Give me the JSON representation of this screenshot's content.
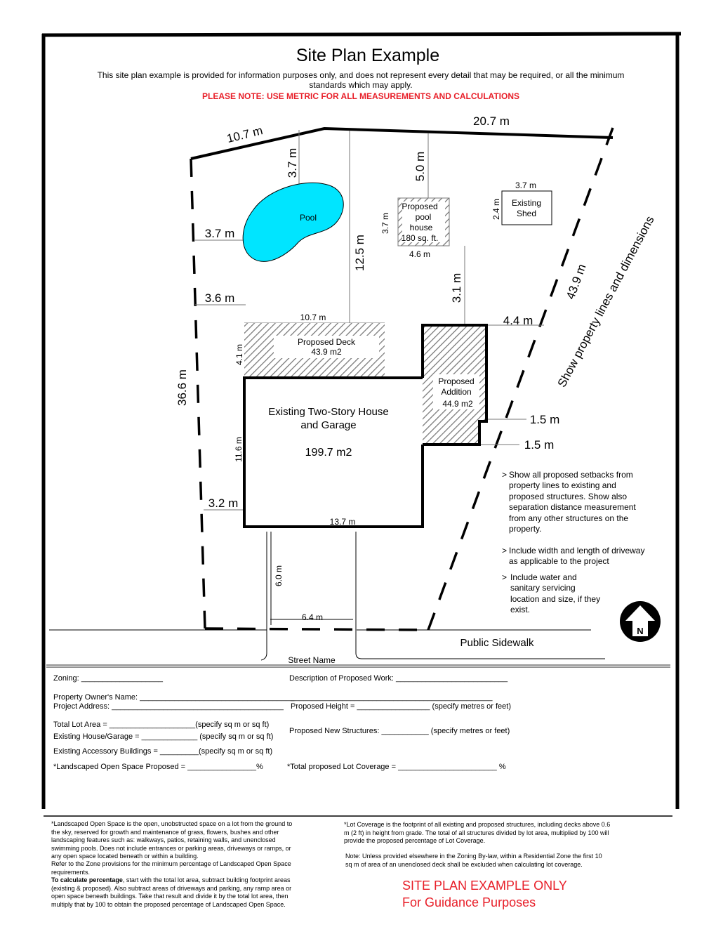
{
  "header": {
    "title": "Site Plan Example",
    "subtitle_1": "This site plan example is provided for information purposes only, and does not represent every detail that may be required, or all the minimum",
    "subtitle_2": "standards which may apply.",
    "notice": "PLEASE NOTE:  USE METRIC FOR ALL MEASUREMENTS AND CALCULATIONS"
  },
  "plan": {
    "dims": {
      "top_left": "10.7 m",
      "top_right": "20.7 m",
      "pool_top": "3.7 m",
      "poolhouse_top": "5.0 m",
      "pool_left": "3.7 m",
      "deck_rear": "12.5 m",
      "deck_left": "3.6 m",
      "right_side": "43.9 m",
      "left_side": "36.6 m",
      "shed_w": "3.7 m",
      "shed_h": "2.4 m",
      "poolhouse_h": "3.7 m",
      "poolhouse_w": "4.6 m",
      "addition_rear": "3.1 m",
      "addition_right": "4.4 m",
      "deck_w": "10.7 m",
      "deck_h": "4.1 m",
      "house_h": "11.6 m",
      "house_left": "3.2 m",
      "house_w": "13.7 m",
      "setback_1": "1.5 m",
      "setback_2": "1.5 m",
      "front_setback": "6.0 m",
      "driveway_w": "6.4 m"
    },
    "pool": "Pool",
    "pool_house": [
      "Proposed",
      "pool",
      "house",
      "180 sq. ft."
    ],
    "shed": [
      "Existing",
      "Shed"
    ],
    "deck": [
      "Proposed Deck",
      "43.9 m2"
    ],
    "addition": [
      "Proposed",
      "Addition",
      "44.9 m2"
    ],
    "house": [
      "Existing Two-Story House",
      "and Garage",
      "199.7 m2"
    ],
    "property_note": "Show property lines and dimensions",
    "sidewalk": "Public Sidewalk",
    "street": "Street Name",
    "north": "N",
    "notes": [
      [
        ">",
        "Show all proposed setbacks from",
        "property lines to existing and",
        "proposed structures.  Show also",
        "separation distance measurement",
        "from any other structures on the",
        "property."
      ],
      [
        ">",
        "Include width and length of driveway",
        "as applicable to the project"
      ],
      [
        ">",
        "Include water and",
        "sanitary servicing",
        "location and size, if they",
        "exist."
      ]
    ]
  },
  "form": {
    "zoning": "Zoning:   ___________________",
    "description": "Description of Proposed Work: __________________________",
    "owner": "Property Owner's Name: ____________________________________",
    "owner_line": "_______________________________________________",
    "address": "Project Address: ________________________________________",
    "height": "Proposed Height = _________________ (specify metres or feet)",
    "lot_area": "Total Lot Area =  ____________________(specify sq m or sq ft)",
    "house_garage": "Existing House/Garage = _____________ (specify sq m or sq ft)",
    "new_structures": "Proposed New Structures:  ___________ (specify metres or feet)",
    "accessory": "Existing Accessory Buildings = _________(specify sq m or sq ft)",
    "landscaped": "*Landscaped Open Space Proposed =  ________________%",
    "coverage": "*Total proposed Lot Coverage =  _______________________  %"
  },
  "footer": {
    "landscaped_def": [
      "*Landscaped Open Space is the open, unobstructed space on a lot from the ground to",
      "the sky, reserved for growth and maintenance of grass, flowers, bushes and other",
      "landscaping features such as: walkways, patios, retaining walls, and unenclosed",
      "swimming pools. Does not include entrances or parking areas, driveways or ramps, or",
      "any open space located beneath or within a building.",
      "Refer to the Zone provisions for the minimum percentage of Landscaped Open Space",
      "requirements."
    ],
    "calc_bold": "To calculate percentage",
    "calc": [
      ", start with the total lot area, subtract building footprint areas",
      "(existing & proposed). Also subtract areas of driveways and parking, any ramp area or",
      "open space beneath buildings. Take that result and divide it by the total lot area, then",
      "multiply that by 100 to obtain the proposed percentage of Landscaped Open Space."
    ],
    "coverage_def": [
      "*Lot Coverage is the footprint of all existing and proposed structures, including decks above 0.6",
      "m (2 ft) in height from grade. The total of all structures divided by lot area, multiplied by 100 will",
      "provide the proposed percentage of Lot Coverage."
    ],
    "deck_note": [
      "Note:  Unless provided elsewhere in the Zoning By-law, within a Residential Zone the first 10",
      "sq m of area of an unenclosed deck shall be excluded when calculating lot coverage."
    ],
    "stamp": [
      "SITE PLAN EXAMPLE ONLY",
      "For Guidance Purposes"
    ]
  },
  "colors": {
    "pool": "#00e5ff",
    "notice": "#e8202a"
  }
}
